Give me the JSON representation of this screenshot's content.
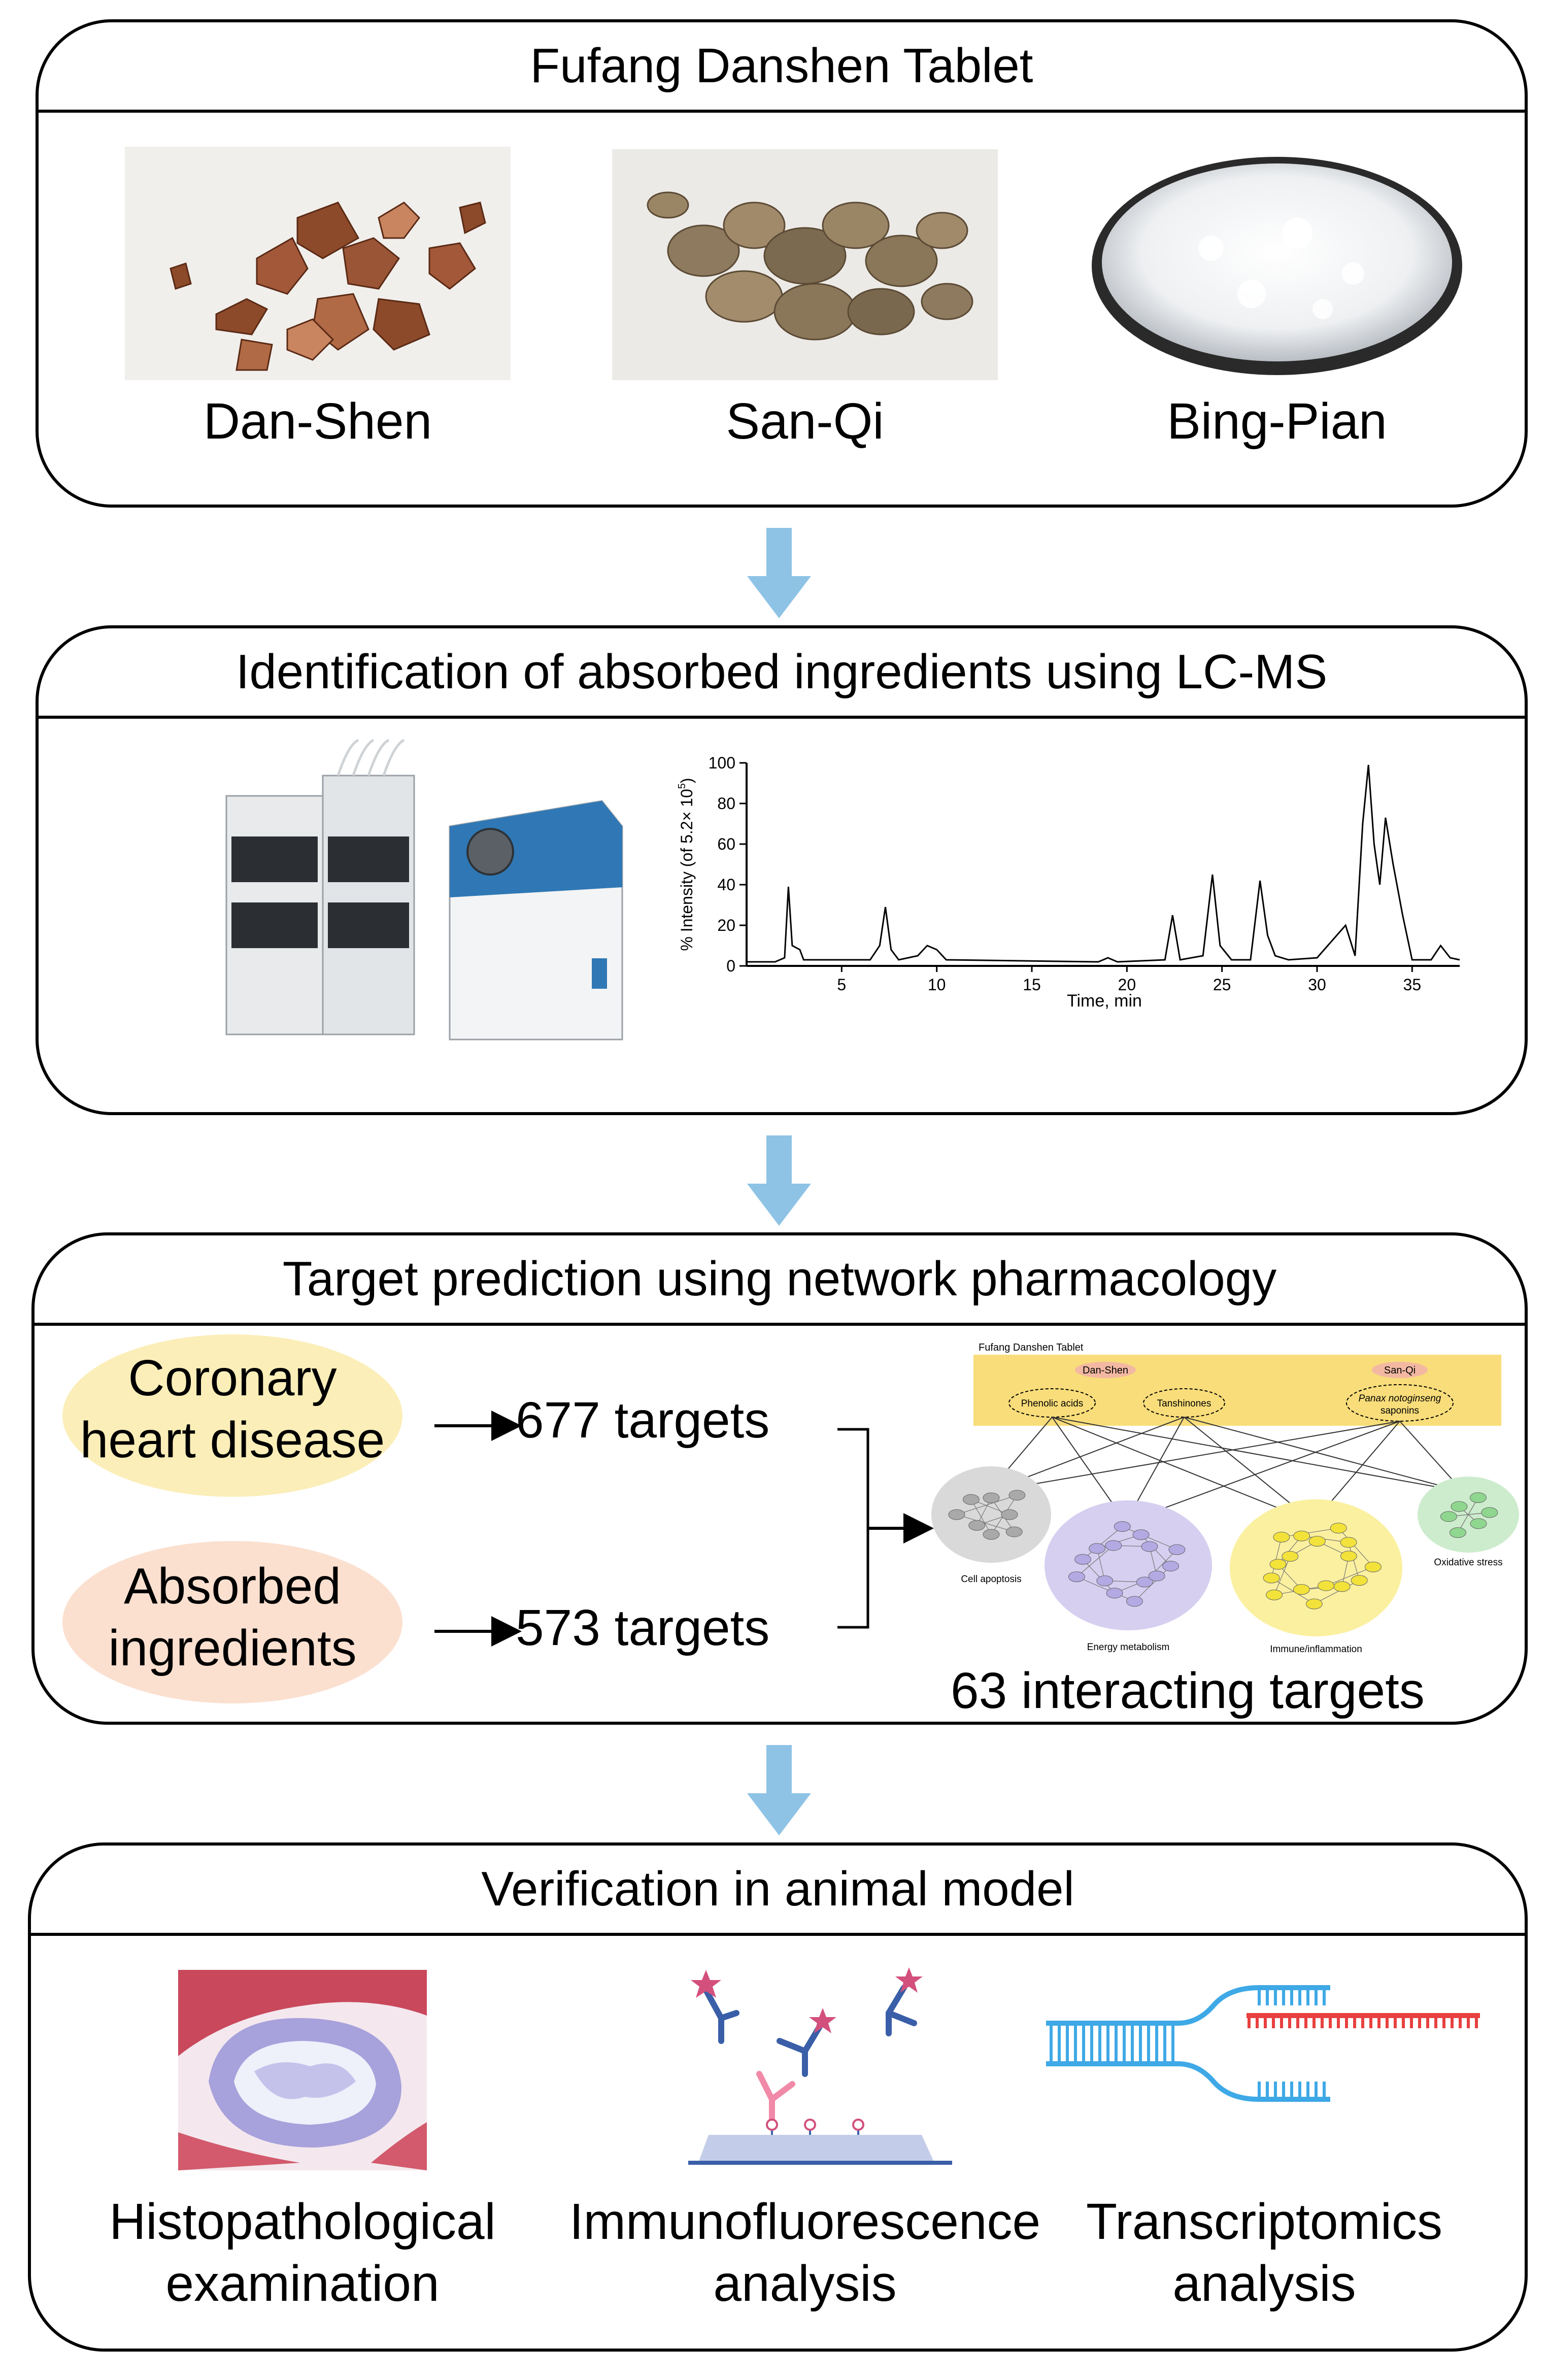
{
  "panel1": {
    "title": "Fufang Danshen Tablet",
    "herbs": [
      "Dan-Shen",
      "San-Qi",
      "Bing-Pian"
    ]
  },
  "panel2": {
    "title": "Identification of absorbed ingredients using LC-MS",
    "chromatogram": {
      "ylabel": "% Intensity (of 5.2× 10",
      "ylabel_sup": "5",
      "ylabel_end": ")",
      "xlabel": "Time, min",
      "yticks": [
        "0",
        "20",
        "40",
        "60",
        "80",
        "100"
      ],
      "xticks": [
        "5",
        "10",
        "15",
        "20",
        "25",
        "30",
        "35"
      ]
    }
  },
  "panel3": {
    "title": "Target prediction using network pharmacology",
    "disease_label_1": "Coronary",
    "disease_label_2": "heart disease",
    "ingredients_label_1": "Absorbed",
    "ingredients_label_2": "ingredients",
    "disease_targets": "677 targets",
    "ingredient_targets": "573 targets",
    "interacting": "63 interacting targets",
    "network": {
      "header": "Fufang Danshen Tablet",
      "herb1": "Dan-Shen",
      "herb2": "San-Qi",
      "group1": "Phenolic acids",
      "group2": "Tanshinones",
      "group3_1": "Panax notoginseng",
      "group3_2": "saponins",
      "c1": "Cell apoptosis",
      "c2": "Energy metabolism",
      "c3": "Immune/inflammation",
      "c4": "Oxidative stress"
    }
  },
  "panel4": {
    "title": "Verification in animal model",
    "methods": [
      {
        "line1": "Histopathological",
        "line2": "examination"
      },
      {
        "line1": "Immunofluorescence",
        "line2": "analysis"
      },
      {
        "line1": "Transcriptomics",
        "line2": "analysis"
      }
    ]
  },
  "colors": {
    "arrow": "#8ec3e6",
    "disease_oval": "#fbeeb8",
    "ingredient_oval": "#fbe0d0",
    "network_band": "#f8dd7a"
  },
  "chart_data": {
    "type": "line",
    "title": "",
    "xlabel": "Time, min",
    "ylabel": "% Intensity (of 5.2× 10^5)",
    "xlim": [
      0,
      37.5
    ],
    "ylim": [
      0,
      100
    ],
    "x": [
      0,
      1.5,
      2.0,
      2.2,
      2.4,
      2.8,
      3.0,
      6.5,
      7.0,
      7.3,
      7.6,
      8.0,
      9.0,
      9.5,
      10.0,
      10.5,
      18.5,
      19.0,
      19.5,
      22.0,
      22.4,
      22.8,
      24.0,
      24.5,
      24.9,
      25.5,
      26.5,
      27.0,
      27.4,
      27.8,
      28.5,
      30.0,
      31.5,
      32.0,
      32.4,
      32.7,
      33.0,
      33.3,
      33.6,
      34.0,
      34.5,
      35.0,
      36.0,
      36.5,
      37.0,
      37.5
    ],
    "y": [
      2,
      2,
      4,
      39,
      10,
      8,
      3,
      3,
      10,
      29,
      8,
      3,
      5,
      10,
      8,
      3,
      2,
      4,
      2,
      3,
      25,
      3,
      5,
      45,
      10,
      3,
      3,
      42,
      15,
      5,
      3,
      4,
      20,
      5,
      70,
      99,
      60,
      40,
      73,
      50,
      25,
      3,
      3,
      10,
      4,
      3
    ]
  }
}
